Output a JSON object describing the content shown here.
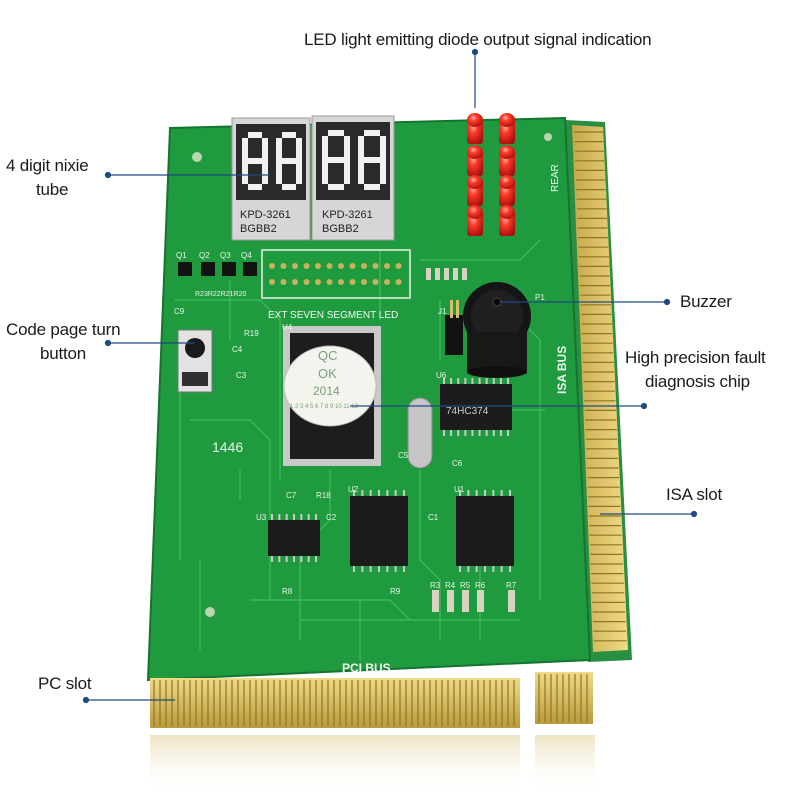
{
  "callouts": {
    "led": "LED light emitting diode output signal indication",
    "nixie_line1": "4 digit nixie",
    "nixie_line2": "tube",
    "code_line1": "Code page turn",
    "code_line2": "button",
    "buzzer": "Buzzer",
    "chip_line1": "High precision fault",
    "chip_line2": "diagnosis chip",
    "isa_slot": "ISA slot",
    "pc_slot": "PC slot"
  },
  "board_text": {
    "display_model_1": "KPD-3261",
    "display_model_2": "KPD-3261",
    "display_code": "BGBB2",
    "seven_segment_label": "EXT SEVEN SEGMENT LED",
    "qc_line1": "QC",
    "qc_line2": "OK",
    "qc_line3": "2014",
    "qc_digits": "1 2 3 4 5 6 7 8 9 10 11 12",
    "chip_74hc": "74HC374",
    "marking_1446": "1446",
    "isa_bus": "ISA BUS",
    "pci_bus": "PCI BUS",
    "rear": "REAR",
    "q1": "Q1",
    "q2": "Q2",
    "q3": "Q3",
    "q4": "Q4",
    "r_row": "R23R22R21R20",
    "u4": "U4",
    "u2": "U2",
    "u3": "U3",
    "u1": "U1",
    "u6": "U6",
    "r19": "R19",
    "c4": "C4",
    "c3": "C3",
    "c7": "C7",
    "r18": "R18",
    "c2": "C2",
    "c1": "C1",
    "c6": "C6",
    "c5": "C5",
    "c9": "C9",
    "p1": "P1",
    "j1": "J1",
    "r8": "R8",
    "r9": "R9",
    "r3": "R3",
    "r4": "R4",
    "r5": "R5",
    "r6": "R6",
    "r7": "R7"
  },
  "colors": {
    "pcb": "#1f9a3f",
    "pcb_trace": "#4cc466",
    "gold": "#d8bf5f",
    "chip": "#1b1b1b",
    "led_red": "#e8261c",
    "leader_line": "#1e4b82"
  }
}
